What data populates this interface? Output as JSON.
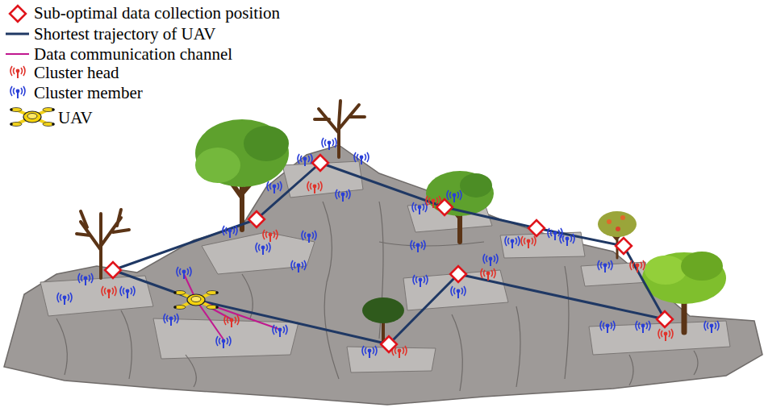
{
  "diagram": {
    "legend": [
      {
        "text": "Sub-optimal data collection position"
      },
      {
        "text": "Shortest trajectory of UAV"
      },
      {
        "text": "Data communication channel"
      },
      {
        "text": "Cluster head"
      },
      {
        "text": "Cluster member"
      },
      {
        "text": "UAV"
      }
    ]
  }
}
